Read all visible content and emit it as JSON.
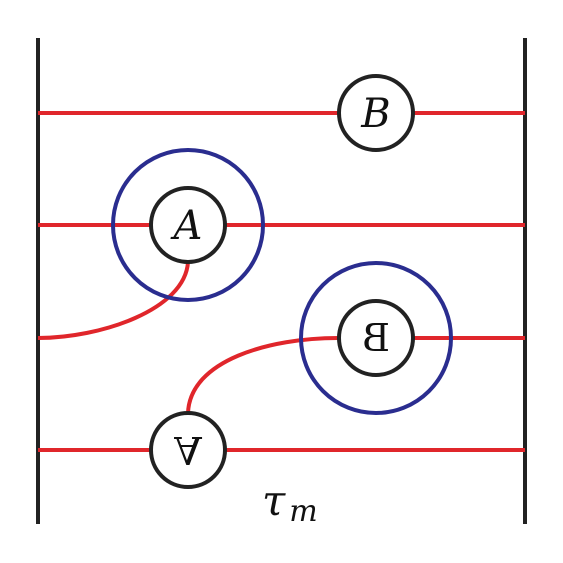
{
  "colors": {
    "boundary": "#222222",
    "strand": "#e0262b",
    "halo": "#2a2d8f",
    "node_outline": "#222222",
    "text": "#111111"
  },
  "nodes": {
    "top_b": {
      "label": "B"
    },
    "left_a": {
      "label": "A"
    },
    "right_b_mirrored": {
      "label": "B"
    },
    "bottom_a_rotated": {
      "label": "A"
    }
  },
  "caption": {
    "symbol": "τ",
    "subscript": "m"
  }
}
